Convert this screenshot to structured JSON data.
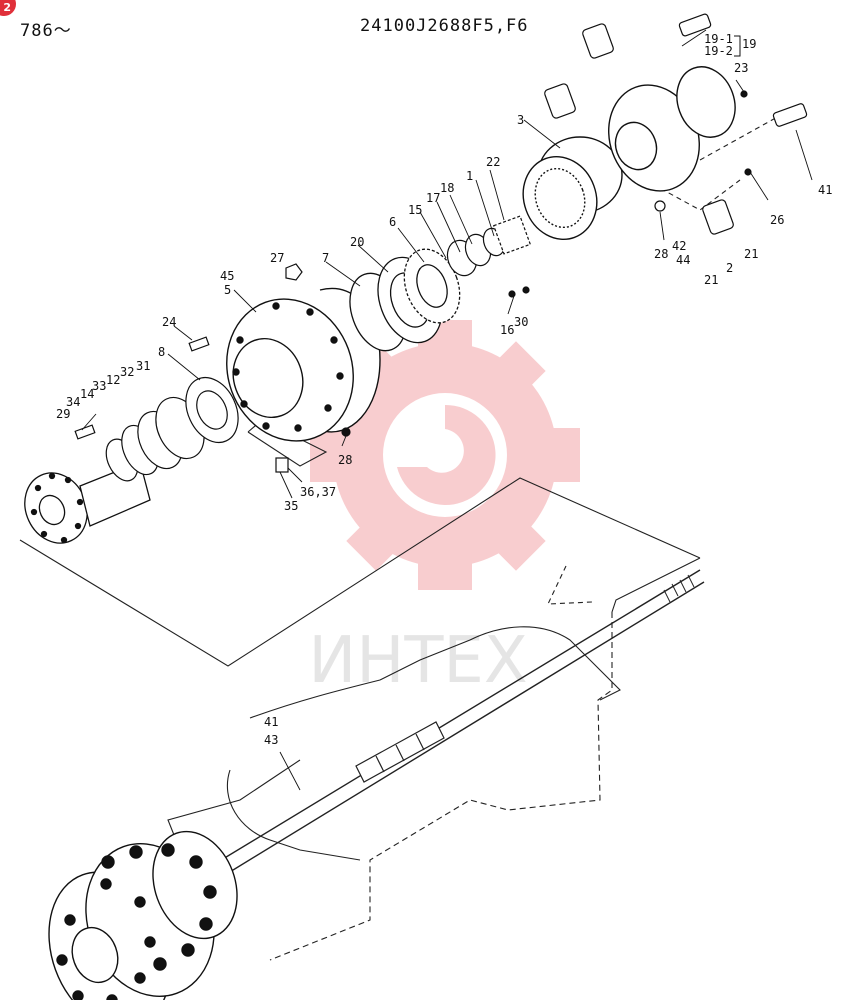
{
  "header": {
    "badge": "2",
    "serial_range": "786～",
    "part_number": "24100J2688F5,F6"
  },
  "watermark": {
    "text": "ИНТЕХ",
    "color": "#f4a5a8"
  },
  "colors": {
    "ink": "#111111"
  },
  "callouts": {
    "c1": "1",
    "c2": "2",
    "c3": "3",
    "c5": "5",
    "c6": "6",
    "c7": "7",
    "c8": "8",
    "c12": "12",
    "c14": "14",
    "c15": "15",
    "c16": "16",
    "c17": "17",
    "c18": "18",
    "c19": "19",
    "c19_1": "19-1",
    "c19_2": "19-2",
    "c20": "20",
    "c21a": "21",
    "c21b": "21",
    "c22": "22",
    "c23": "23",
    "c24": "24",
    "c26": "26",
    "c27": "27",
    "c28a": "28",
    "c28b": "28",
    "c29": "29",
    "c30": "30",
    "c31": "31",
    "c32": "32",
    "c33": "33",
    "c34": "34",
    "c35": "35",
    "c36_37": "36,37",
    "c41a": "41",
    "c41b": "41",
    "c42": "42",
    "c43": "43",
    "c44": "44",
    "c45": "45"
  }
}
